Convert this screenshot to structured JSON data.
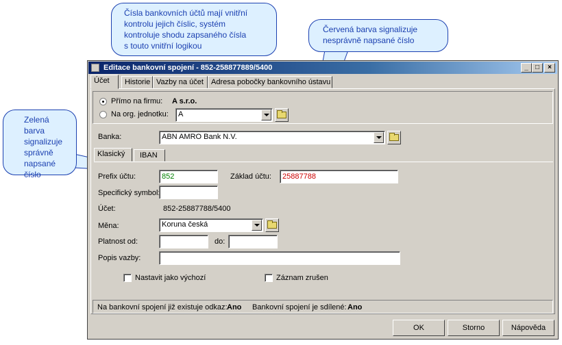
{
  "callouts": {
    "validation": [
      "Čísla bankovních účtů mají vnitřní",
      "kontrolu jejich číslic, systém",
      "kontroluje shodu zapsaného čísla",
      "s touto vnitřní logikou"
    ],
    "red": [
      "Červená barva signalizuje",
      "nesprávně napsané číslo"
    ],
    "green": [
      "Zelená barva",
      "signalizuje",
      "správně",
      "napsané",
      "číslo"
    ]
  },
  "window": {
    "title": "Editace bankovní spojení - 852-258877889/5400",
    "controls": [
      "_",
      "□",
      "×"
    ]
  },
  "tabs": [
    "Účet",
    "Historie",
    "Vazby na účet",
    "Adresa pobočky bankovního ústavu"
  ],
  "owner": {
    "radio_firm_label": "Přímo na firmu:",
    "firm_value": "A s.r.o.",
    "radio_unit_label": "Na org. jednotku:",
    "unit_value": "A"
  },
  "bank": {
    "label": "Banka:",
    "value": "ABN AMRO Bank N.V."
  },
  "subtabs": [
    "Klasický",
    "IBAN"
  ],
  "account": {
    "prefix_label": "Prefix účtu:",
    "prefix_value": "852",
    "prefix_color": "#008000",
    "base_label": "Základ účtu:",
    "base_value": "25887788",
    "base_color": "#cc0000",
    "specific_label": "Specifický symbol:",
    "specific_value": "",
    "account_label": "Účet:",
    "account_value": "852-25887788/5400",
    "currency_label": "Měna:",
    "currency_value": "Koruna česká",
    "valid_from_label": "Platnost od:",
    "valid_from_value": "",
    "valid_to_label": "do:",
    "valid_to_value": "",
    "description_label": "Popis vazby:",
    "description_value": "",
    "default_label": "Nastavit jako výchozí",
    "default_checked": false,
    "cancelled_label": "Záznam zrušen",
    "cancelled_checked": false
  },
  "status": {
    "ref_label": "Na bankovní spojení již existuje odkaz:",
    "ref_value": "Ano",
    "shared_label": "Bankovní spojení je sdílené:",
    "shared_value": "Ano"
  },
  "buttons": {
    "ok": "OK",
    "cancel": "Storno",
    "help": "Nápověda"
  },
  "icons": [
    "folder-icon",
    "dropdown-arrow-icon",
    "app-icon"
  ]
}
